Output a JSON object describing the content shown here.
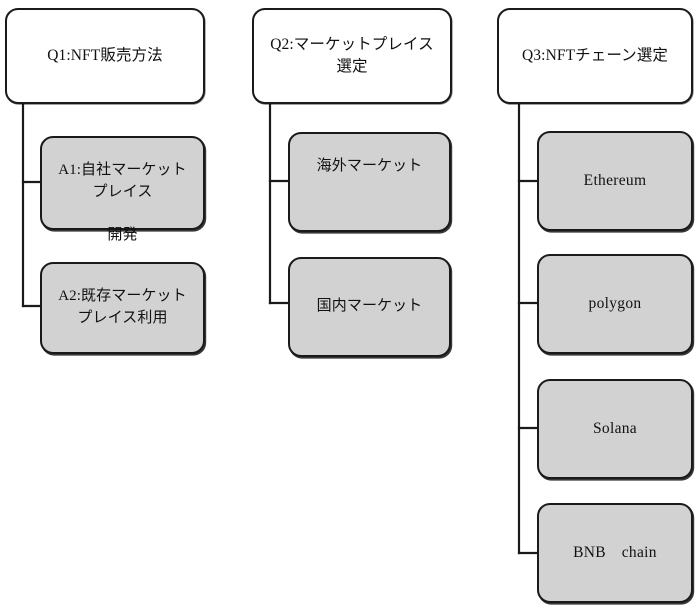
{
  "diagram": {
    "type": "decision-tree",
    "orientation": "three-column-vertical-branches",
    "colors": {
      "question_fill": "#ffffff",
      "answer_fill": "#d2d2d2",
      "stroke": "#1a1a1a",
      "background": "#ffffff"
    },
    "columns": [
      {
        "id": "column-1",
        "question": {
          "id": "q1",
          "label": "Q1:NFT販売方法"
        },
        "answers": [
          {
            "id": "a1",
            "label": "A1:自社マーケット\nプレイス\n\n開発"
          },
          {
            "id": "a2",
            "label": "A2:既存マーケット\nプレイス利用"
          }
        ]
      },
      {
        "id": "column-2",
        "question": {
          "id": "q2",
          "label": "Q2:マーケットプレイス\n選定"
        },
        "answers": [
          {
            "id": "b1",
            "label": "海外マーケット"
          },
          {
            "id": "b2",
            "label": "国内マーケット"
          }
        ]
      },
      {
        "id": "column-3",
        "question": {
          "id": "q3",
          "label": "Q3:NFTチェーン選定"
        },
        "answers": [
          {
            "id": "c1",
            "label": "Ethereum"
          },
          {
            "id": "c2",
            "label": "polygon"
          },
          {
            "id": "c3",
            "label": "Solana"
          },
          {
            "id": "c4",
            "label": "BNB　chain"
          }
        ]
      }
    ]
  }
}
